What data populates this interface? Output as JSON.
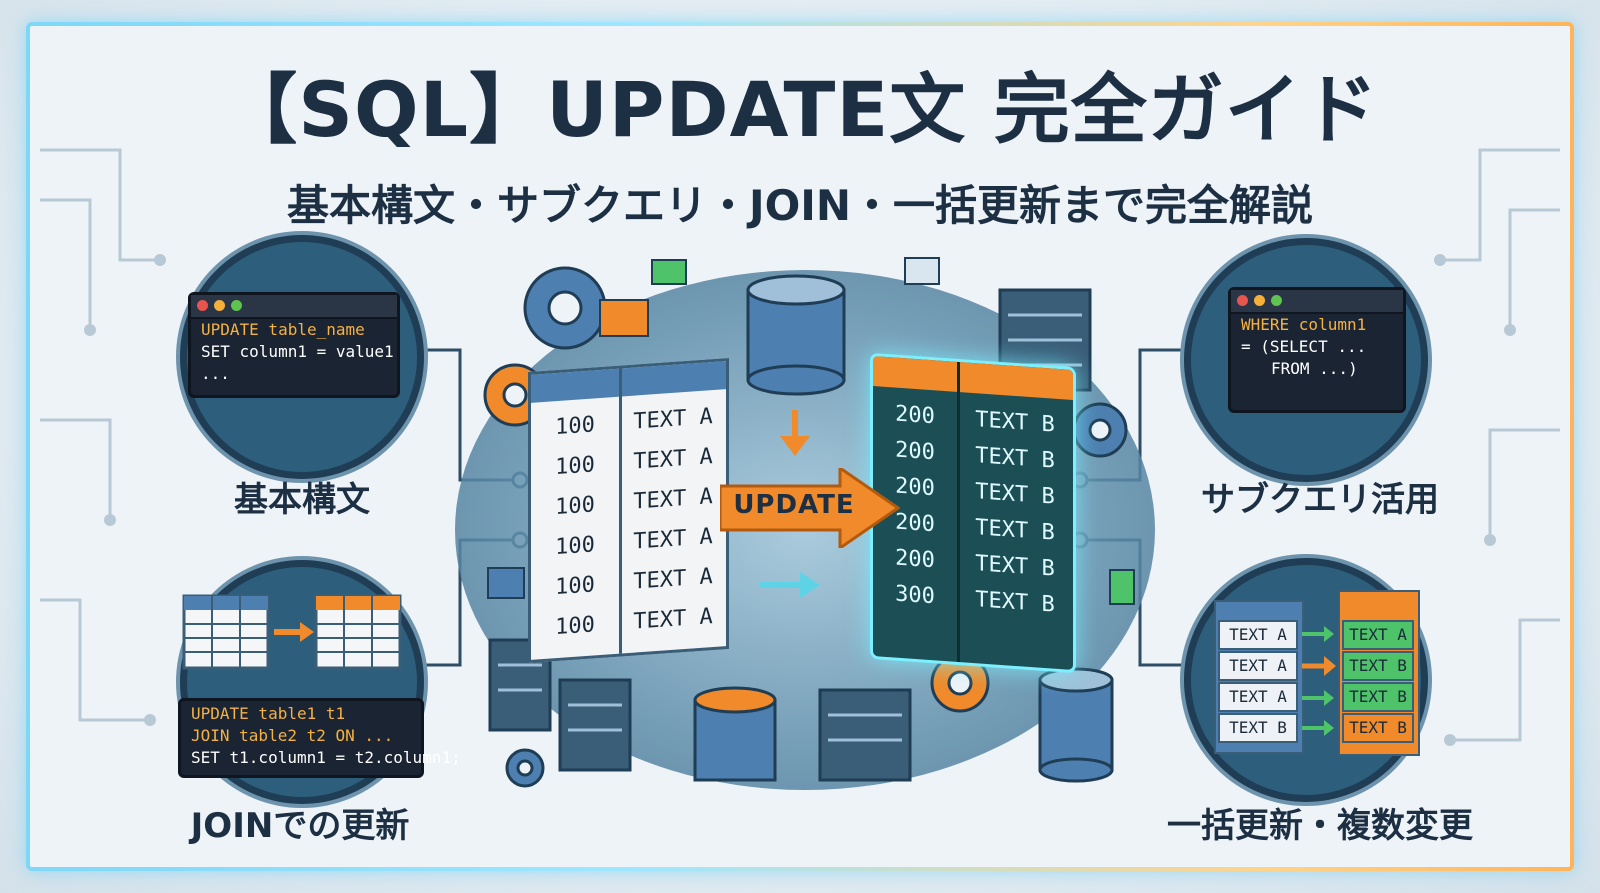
{
  "title": "【SQL】UPDATE文 完全ガイド",
  "subtitle": "基本構文・サブクエリ・JOIN・一括更新まで完全解説",
  "panels": {
    "top_left": {
      "label": "基本構文",
      "code": [
        "UPDATE table_name",
        "SET column1 = value1",
        "..."
      ]
    },
    "top_right": {
      "label": "サブクエリ活用",
      "code": [
        "WHERE column1",
        "= (SELECT ...",
        "FROM ...)"
      ]
    },
    "bottom_left": {
      "label": "JOINでの更新",
      "code": [
        "UPDATE table1 t1",
        "JOIN table2 t2 ON ...",
        "SET t1.column1 = t2.column1;"
      ]
    },
    "bottom_right": {
      "label": "一括更新・複数変更",
      "before": [
        "TEXT A",
        "TEXT A",
        "TEXT A",
        "TEXT B"
      ],
      "after": [
        "TEXT A",
        "TEXT B",
        "TEXT B",
        "TEXT B"
      ]
    }
  },
  "center": {
    "arrow_label": "UPDATE",
    "old_numbers": [
      "100",
      "100",
      "100",
      "100",
      "100",
      "100"
    ],
    "old_texts": [
      "TEXT A",
      "TEXT A",
      "TEXT A",
      "TEXT A",
      "TEXT A",
      "TEXT A"
    ],
    "new_numbers": [
      "200",
      "200",
      "200",
      "200",
      "200",
      "300"
    ],
    "new_texts": [
      "TEXT B",
      "TEXT B",
      "TEXT B",
      "TEXT B",
      "TEXT B",
      "TEXT B"
    ]
  },
  "colors": {
    "accent_orange": "#f08a2a",
    "highlight_cyan": "#7cf0ff",
    "dark_navy": "#1c2f43",
    "green": "#4fc36a"
  }
}
